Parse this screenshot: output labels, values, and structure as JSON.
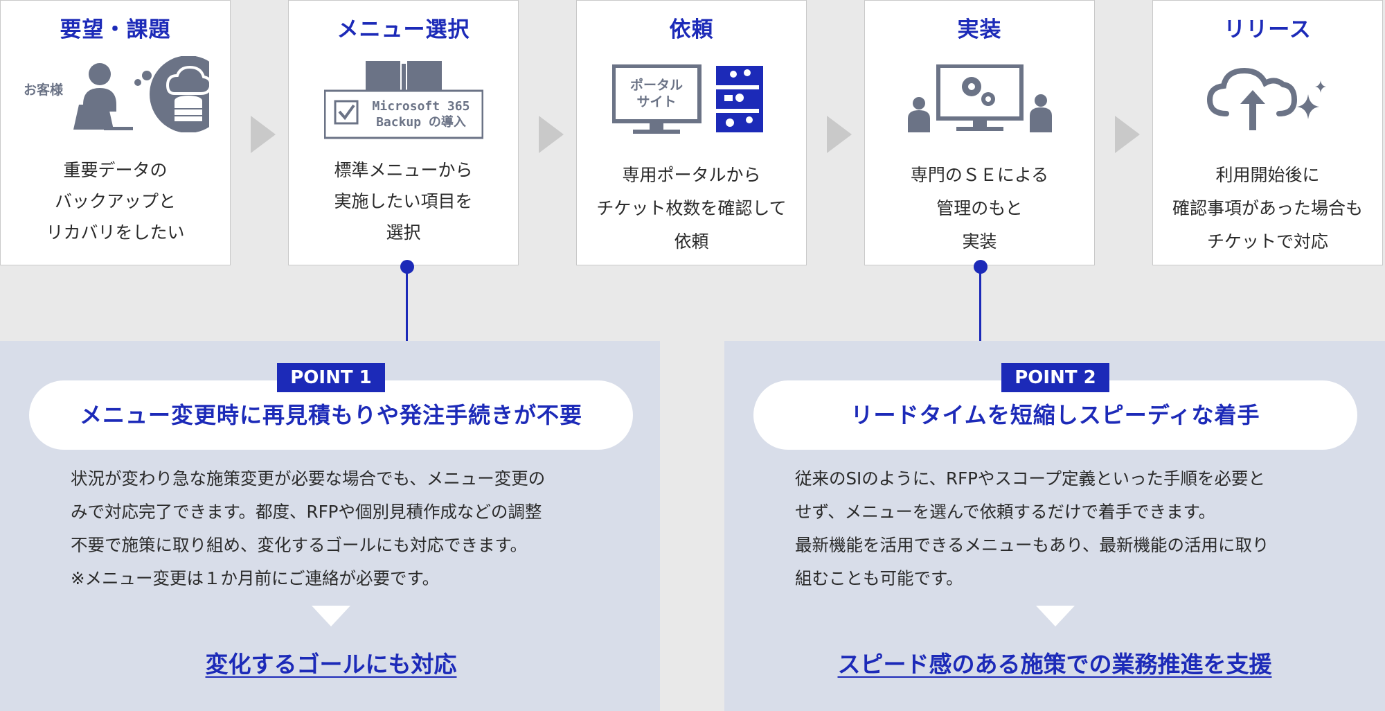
{
  "steps": [
    {
      "title": "要望・課題",
      "desc": [
        "重要データの",
        "バックアップと",
        "リカバリをしたい"
      ],
      "icon_label": "お客様",
      "icon": "customer-database-icon"
    },
    {
      "title": "メニュー選択",
      "desc": [
        "標準メニューから",
        "実施したい項目を",
        "選択"
      ],
      "icon_label": [
        "Microsoft 365",
        "Backup の導入"
      ],
      "icon": "menu-book-checkbox-icon"
    },
    {
      "title": "依頼",
      "desc": [
        "専用ポータルから",
        "チケット枚数を確認して",
        "依頼"
      ],
      "icon_label": [
        "ポータル",
        "サイト"
      ],
      "icon": "portal-site-icon"
    },
    {
      "title": "実装",
      "desc": [
        "専門のＳＥによる",
        "管理のもと",
        "実装"
      ],
      "icon": "engineers-monitor-gears-icon"
    },
    {
      "title": "リリース",
      "desc": [
        "利用開始後に",
        "確認事項があった場合も",
        "チケットで対応"
      ],
      "icon": "cloud-upload-sparkle-icon"
    }
  ],
  "points": [
    {
      "badge": "POINT 1",
      "heading": "メニュー変更時に再見積もりや発注手続きが不要",
      "body": [
        "状況が変わり急な施策変更が必要な場合でも、メニュー変更の",
        "みで対応完了できます。都度、RFPや個別見積作成などの調整",
        "不要で施策に取り組め、変化するゴールにも対応できます。",
        "※メニュー変更は１か月前にご連絡が必要です。"
      ],
      "result": "変化するゴールにも対応"
    },
    {
      "badge": "POINT 2",
      "heading": "リードタイムを短縮しスピーディな着手",
      "body": [
        "従来のSIのように、RFPやスコープ定義といった手順を必要と",
        "せず、メニューを選んで依頼するだけで着手できます。",
        "最新機能を活用できるメニューもあり、最新機能の活用に取り",
        "組むことも可能です。"
      ],
      "result": "スピード感のある施策での業務推進を支援"
    }
  ],
  "colors": {
    "accent": "#1c2ab8",
    "icon": "#6b7386",
    "panel": "#d8dde9",
    "background": "#e9e9e9"
  }
}
